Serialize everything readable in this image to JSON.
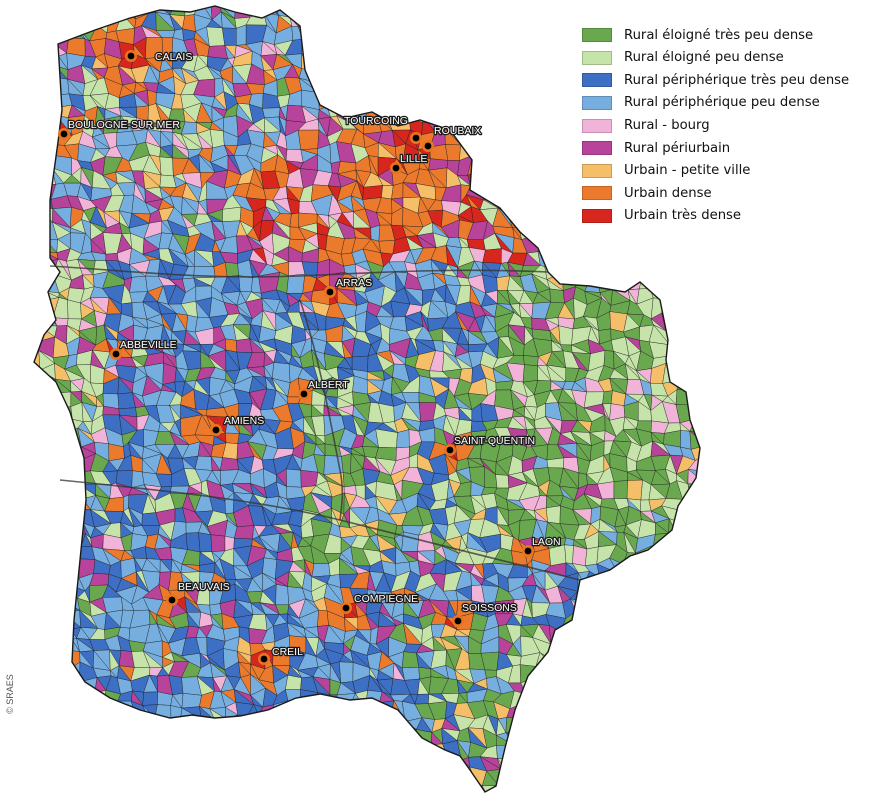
{
  "categories": [
    {
      "key": "rural_eloigne_tres_peu_dense",
      "label": "Rural éloigné très peu dense",
      "color": "#6aa84f"
    },
    {
      "key": "rural_eloigne_peu_dense",
      "label": "Rural éloigné peu dense",
      "color": "#c6e3a9"
    },
    {
      "key": "rural_periph_tres_peu_dense",
      "label": "Rural périphérique très peu dense",
      "color": "#3d6fc4"
    },
    {
      "key": "rural_periph_peu_dense",
      "label": "Rural périphérique peu dense",
      "color": "#76aee0"
    },
    {
      "key": "rural_bourg",
      "label": "Rural - bourg",
      "color": "#f2b3d8"
    },
    {
      "key": "rural_periurbain",
      "label": "Rural périurbain",
      "color": "#b8439a"
    },
    {
      "key": "urbain_petite_ville",
      "label": "Urbain - petite ville",
      "color": "#f5bf6a"
    },
    {
      "key": "urbain_dense",
      "label": "Urbain dense",
      "color": "#ec7a2d"
    },
    {
      "key": "urbain_tres_dense",
      "label": "Urbain très dense",
      "color": "#d7261e"
    }
  ],
  "cities": [
    {
      "name": "CALAIS"
    },
    {
      "name": "BOULOGNE-SUR-MER"
    },
    {
      "name": "TOURCOING"
    },
    {
      "name": "ROUBAIX"
    },
    {
      "name": "LILLE"
    },
    {
      "name": "ARRAS"
    },
    {
      "name": "ABBEVILLE"
    },
    {
      "name": "ALBERT"
    },
    {
      "name": "AMIENS"
    },
    {
      "name": "SAINT-QUENTIN"
    },
    {
      "name": "LAON"
    },
    {
      "name": "BEAUVAIS"
    },
    {
      "name": "COMPIEGNE"
    },
    {
      "name": "SOISSONS"
    },
    {
      "name": "CREIL"
    }
  ],
  "copyright": "© SRAES"
}
